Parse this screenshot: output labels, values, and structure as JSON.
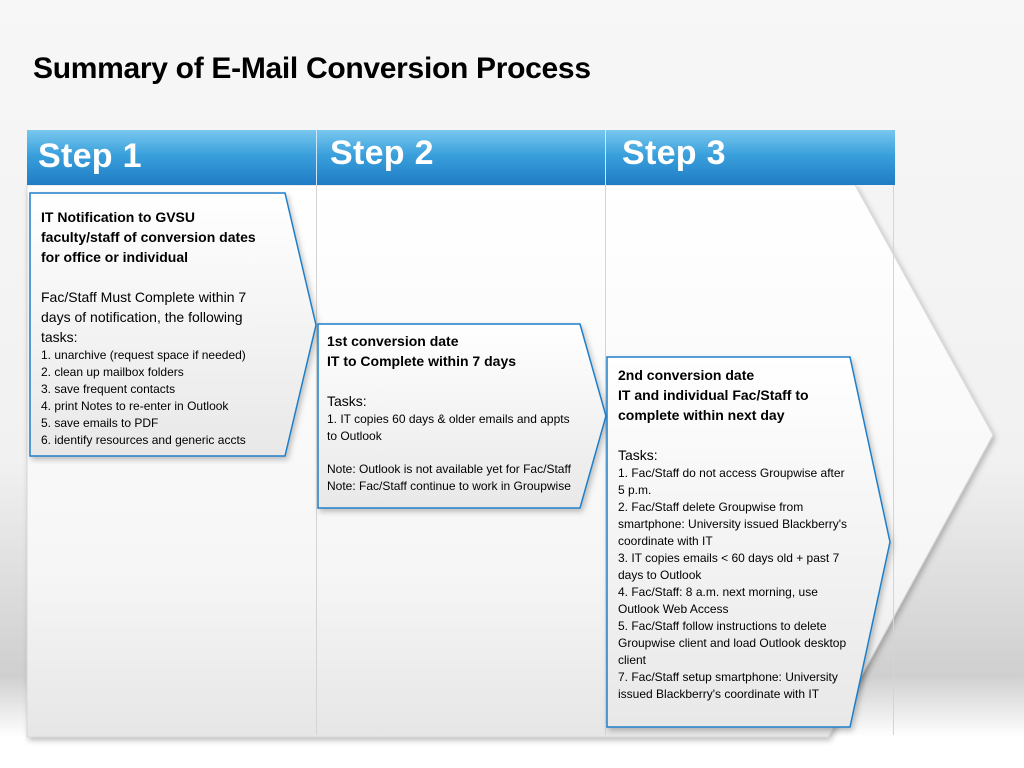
{
  "title": "Summary of E-Mail Conversion Process",
  "steps": [
    {
      "label": "Step 1"
    },
    {
      "label": "Step 2"
    },
    {
      "label": "Step 3"
    }
  ],
  "box1": {
    "heading_lines": [
      "IT Notification to GVSU",
      "faculty/staff of conversion dates",
      "for office or individual"
    ],
    "intro_lines": [
      "Fac/Staff Must Complete within 7",
      "days of notification, the following",
      "tasks:"
    ],
    "tasks": [
      "1. unarchive (request space if needed)",
      "2. clean up mailbox folders",
      "3. save frequent contacts",
      "4. print Notes to re-enter in Outlook",
      "5. save emails to PDF",
      "6. identify resources and generic accts"
    ]
  },
  "box2": {
    "heading_lines": [
      "1st conversion date",
      "IT to Complete within 7 days"
    ],
    "tasks_label": "Tasks:",
    "task_lines": [
      "1. IT copies 60 days & older emails and appts",
      "to Outlook"
    ],
    "notes": [
      "Note: Outlook is not available yet for Fac/Staff",
      "Note: Fac/Staff continue to work in Groupwise"
    ]
  },
  "box3": {
    "heading_lines": [
      "2nd conversion date",
      "IT and individual Fac/Staff to",
      "complete within next day"
    ],
    "tasks_label": "Tasks:",
    "task_lines": [
      "1. Fac/Staff do not access Groupwise after",
      "5 p.m.",
      "2. Fac/Staff delete Groupwise from",
      "smartphone: University issued Blackberry's",
      "coordinate with IT",
      "3. IT copies emails < 60 days old + past 7",
      "days to Outlook",
      "4. Fac/Staff: 8 a.m. next morning, use",
      "Outlook Web Access",
      "5. Fac/Staff follow instructions to delete",
      "Groupwise client and load Outlook desktop",
      "client",
      "7. Fac/Staff setup smartphone: University",
      "issued Blackberry's coordinate with IT"
    ]
  },
  "colors": {
    "header_top": "#78c8ee",
    "header_bottom": "#1e7cc4",
    "box_border": "#1f7fc9"
  }
}
